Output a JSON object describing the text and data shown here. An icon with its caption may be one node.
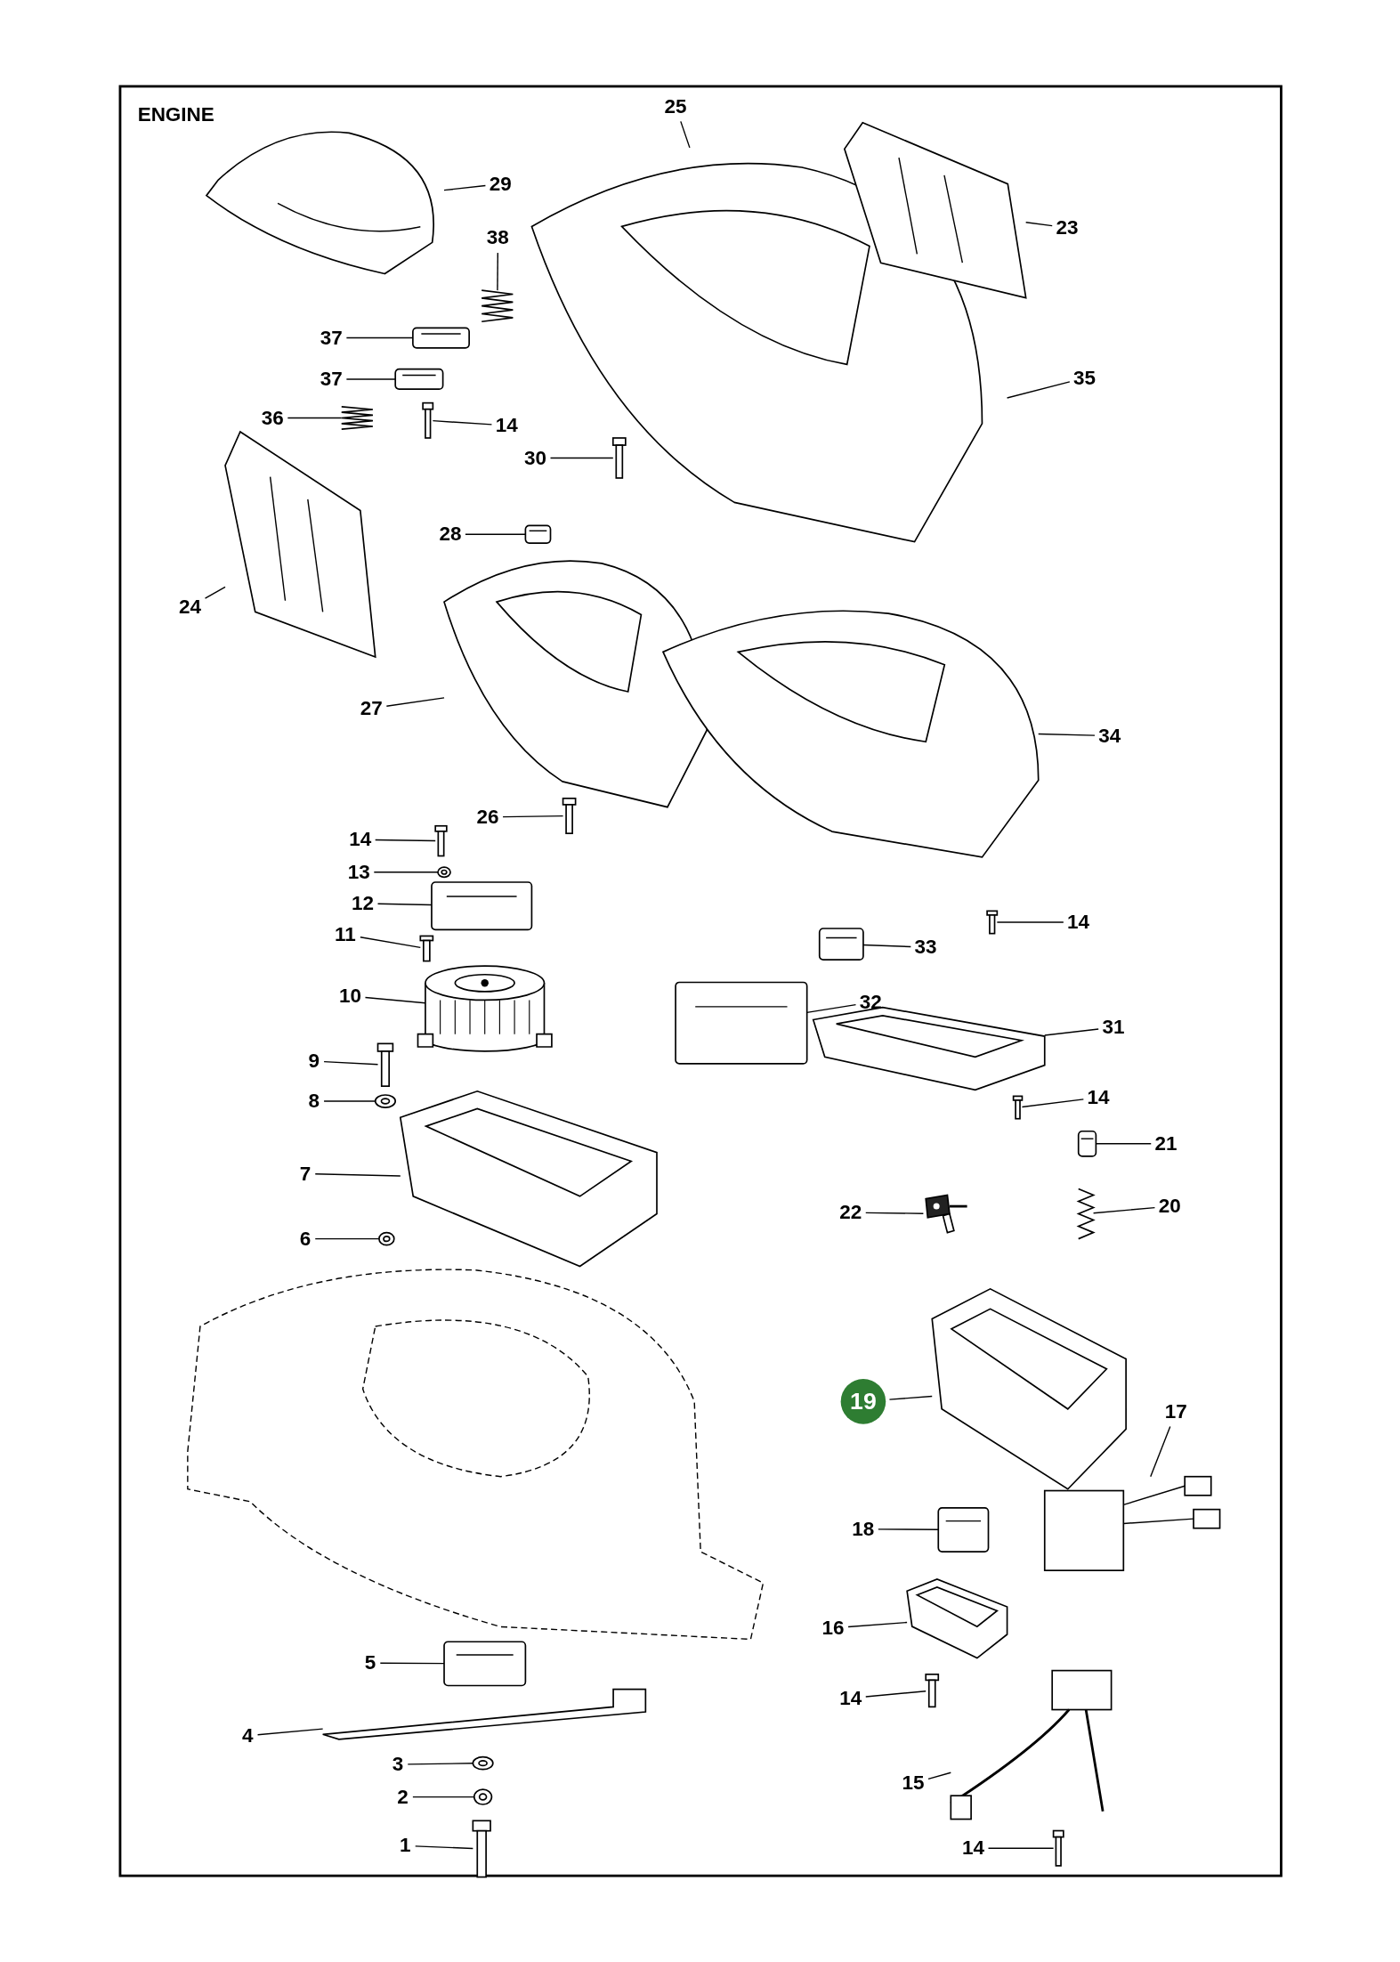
{
  "diagram": {
    "title": "ENGINE",
    "nodes": [
      {
        "text": [
          "25"
        ]
      },
      {
        "text": [],
        "shape": "picture"
      },
      {
        "text": [
          "29"
        ]
      },
      {
        "text": [],
        "shape": "picture"
      },
      {
        "text": [
          "23"
        ]
      },
      {
        "text": [],
        "shape": "picture"
      },
      {
        "text": [
          "38"
        ]
      },
      {
        "text": [],
        "shape": "picture"
      },
      {
        "text": [
          "37"
        ]
      },
      {
        "text": [],
        "shape": "picture"
      },
      {
        "text": [
          "37"
        ]
      },
      {
        "text": [],
        "shape": "picture"
      },
      {
        "text": [
          "36"
        ]
      },
      {
        "text": [],
        "shape": "picture"
      },
      {
        "text": [
          "14"
        ]
      },
      {
        "text": [],
        "shape": "picture"
      },
      {
        "text": [
          "30"
        ]
      },
      {
        "text": [],
        "shape": "picture"
      },
      {
        "text": [
          "35"
        ]
      },
      {
        "text": [
          "28"
        ]
      },
      {
        "text": [],
        "shape": "picture"
      },
      {
        "text": [
          "24"
        ]
      },
      {
        "text": [],
        "shape": "picture"
      },
      {
        "text": [
          "27"
        ]
      },
      {
        "text": [],
        "shape": "picture"
      },
      {
        "text": [
          "34"
        ]
      },
      {
        "text": [],
        "shape": "picture"
      },
      {
        "text": [
          "26"
        ]
      },
      {
        "text": [],
        "shape": "picture"
      },
      {
        "text": [
          "14"
        ]
      },
      {
        "text": [],
        "shape": "picture"
      },
      {
        "text": [
          "13"
        ]
      },
      {
        "text": [],
        "shape": "picture"
      },
      {
        "text": [
          "12"
        ]
      },
      {
        "text": [],
        "shape": "picture"
      },
      {
        "text": [
          "11"
        ]
      },
      {
        "text": [],
        "shape": "picture"
      },
      {
        "text": [
          "10"
        ]
      },
      {
        "text": [],
        "shape": "picture"
      },
      {
        "text": [
          "9"
        ]
      },
      {
        "text": [],
        "shape": "picture"
      },
      {
        "text": [
          "8"
        ]
      },
      {
        "text": [],
        "shape": "picture"
      },
      {
        "text": [
          "7"
        ]
      },
      {
        "text": [],
        "shape": "picture"
      },
      {
        "text": [
          "6"
        ]
      },
      {
        "text": [],
        "shape": "picture"
      },
      {
        "text": [
          "14"
        ]
      },
      {
        "text": [],
        "shape": "picture"
      },
      {
        "text": [
          "33"
        ]
      },
      {
        "text": [],
        "shape": "picture"
      },
      {
        "text": [
          "32"
        ]
      },
      {
        "text": [],
        "shape": "picture"
      },
      {
        "text": [
          "31"
        ]
      },
      {
        "text": [],
        "shape": "picture"
      },
      {
        "text": [
          "14"
        ]
      },
      {
        "text": [],
        "shape": "picture"
      },
      {
        "text": [
          "21"
        ]
      },
      {
        "text": [],
        "shape": "picture"
      },
      {
        "text": [
          "20"
        ]
      },
      {
        "text": [],
        "shape": "picture"
      },
      {
        "text": [
          "22"
        ]
      },
      {
        "text": [],
        "shape": "picture"
      },
      {
        "text": [
          "19"
        ]
      },
      {
        "text": [],
        "shape": "picture"
      },
      {
        "text": [
          "17"
        ]
      },
      {
        "text": [],
        "shape": "picture"
      },
      {
        "text": [
          "18"
        ]
      },
      {
        "text": [],
        "shape": "picture"
      },
      {
        "text": [
          "16"
        ]
      },
      {
        "text": [],
        "shape": "picture"
      },
      {
        "text": [
          "14"
        ]
      },
      {
        "text": [],
        "shape": "picture"
      },
      {
        "text": [
          "15"
        ]
      },
      {
        "text": [],
        "shape": "picture"
      },
      {
        "text": [
          "14"
        ]
      },
      {
        "text": [],
        "shape": "picture"
      },
      {
        "text": [
          "5"
        ]
      },
      {
        "text": [],
        "shape": "picture"
      },
      {
        "text": [
          "4"
        ]
      },
      {
        "text": [],
        "shape": "picture"
      },
      {
        "text": [
          "3"
        ]
      },
      {
        "text": [],
        "shape": "picture"
      },
      {
        "text": [
          "2"
        ]
      },
      {
        "text": [],
        "shape": "picture"
      },
      {
        "text": [
          "1"
        ]
      },
      {
        "text": [],
        "shape": "picture"
      }
    ],
    "edges": [
      {
        "from": 0,
        "to": 1,
        "arrow": "none"
      },
      {
        "from": 2,
        "to": 3,
        "arrow": "none"
      },
      {
        "from": 4,
        "to": 5,
        "arrow": "none"
      },
      {
        "from": 6,
        "to": 7,
        "arrow": "none"
      },
      {
        "from": 8,
        "to": 9,
        "arrow": "none"
      },
      {
        "from": 10,
        "to": 11,
        "arrow": "none"
      },
      {
        "from": 12,
        "to": 13,
        "arrow": "none"
      },
      {
        "from": 14,
        "to": 15,
        "arrow": "none"
      },
      {
        "from": 16,
        "to": 17,
        "arrow": "none"
      },
      {
        "from": 18,
        "to": null,
        "arrow": "none"
      },
      {
        "from": 19,
        "to": 20,
        "arrow": "none"
      },
      {
        "from": 21,
        "to": 22,
        "arrow": "none"
      },
      {
        "from": 23,
        "to": 24,
        "arrow": "none"
      },
      {
        "from": 25,
        "to": 26,
        "arrow": "none"
      },
      {
        "from": 27,
        "to": 28,
        "arrow": "none"
      },
      {
        "from": 29,
        "to": 30,
        "arrow": "none"
      },
      {
        "from": 31,
        "to": 32,
        "arrow": "none"
      },
      {
        "from": 33,
        "to": 34,
        "arrow": "none"
      },
      {
        "from": 35,
        "to": 36,
        "arrow": "none"
      },
      {
        "from": 37,
        "to": 38,
        "arrow": "none"
      },
      {
        "from": 39,
        "to": 40,
        "arrow": "none"
      },
      {
        "from": 41,
        "to": 42,
        "arrow": "none"
      },
      {
        "from": 43,
        "to": 44,
        "arrow": "none"
      },
      {
        "from": 45,
        "to": 46,
        "arrow": "none"
      },
      {
        "from": 47,
        "to": 48,
        "arrow": "none"
      },
      {
        "from": 49,
        "to": 50,
        "arrow": "none"
      },
      {
        "from": 51,
        "to": 52,
        "arrow": "none"
      },
      {
        "from": 53,
        "to": 54,
        "arrow": "none"
      },
      {
        "from": 55,
        "to": 56,
        "arrow": "none"
      },
      {
        "from": 57,
        "to": 58,
        "arrow": "none"
      },
      {
        "from": 59,
        "to": 60,
        "arrow": "none"
      },
      {
        "from": 61,
        "to": 62,
        "arrow": "none"
      },
      {
        "from": 63,
        "to": 64,
        "arrow": "none"
      },
      {
        "from": 65,
        "to": 66,
        "arrow": "none"
      },
      {
        "from": 67,
        "to": 68,
        "arrow": "none"
      },
      {
        "from": 69,
        "to": 70,
        "arrow": "none"
      },
      {
        "from": 71,
        "to": 72,
        "arrow": "none"
      },
      {
        "from": 73,
        "to": 74,
        "arrow": "none"
      },
      {
        "from": 75,
        "to": 76,
        "arrow": "none"
      },
      {
        "from": 77,
        "to": 78,
        "arrow": "none"
      },
      {
        "from": 79,
        "to": 80,
        "arrow": "none"
      },
      {
        "from": 81,
        "to": 82,
        "arrow": "none"
      },
      {
        "from": 83,
        "to": 84,
        "arrow": "none"
      },
      {
        "from": 85,
        "to": 86,
        "arrow": "none"
      }
    ]
  }
}
